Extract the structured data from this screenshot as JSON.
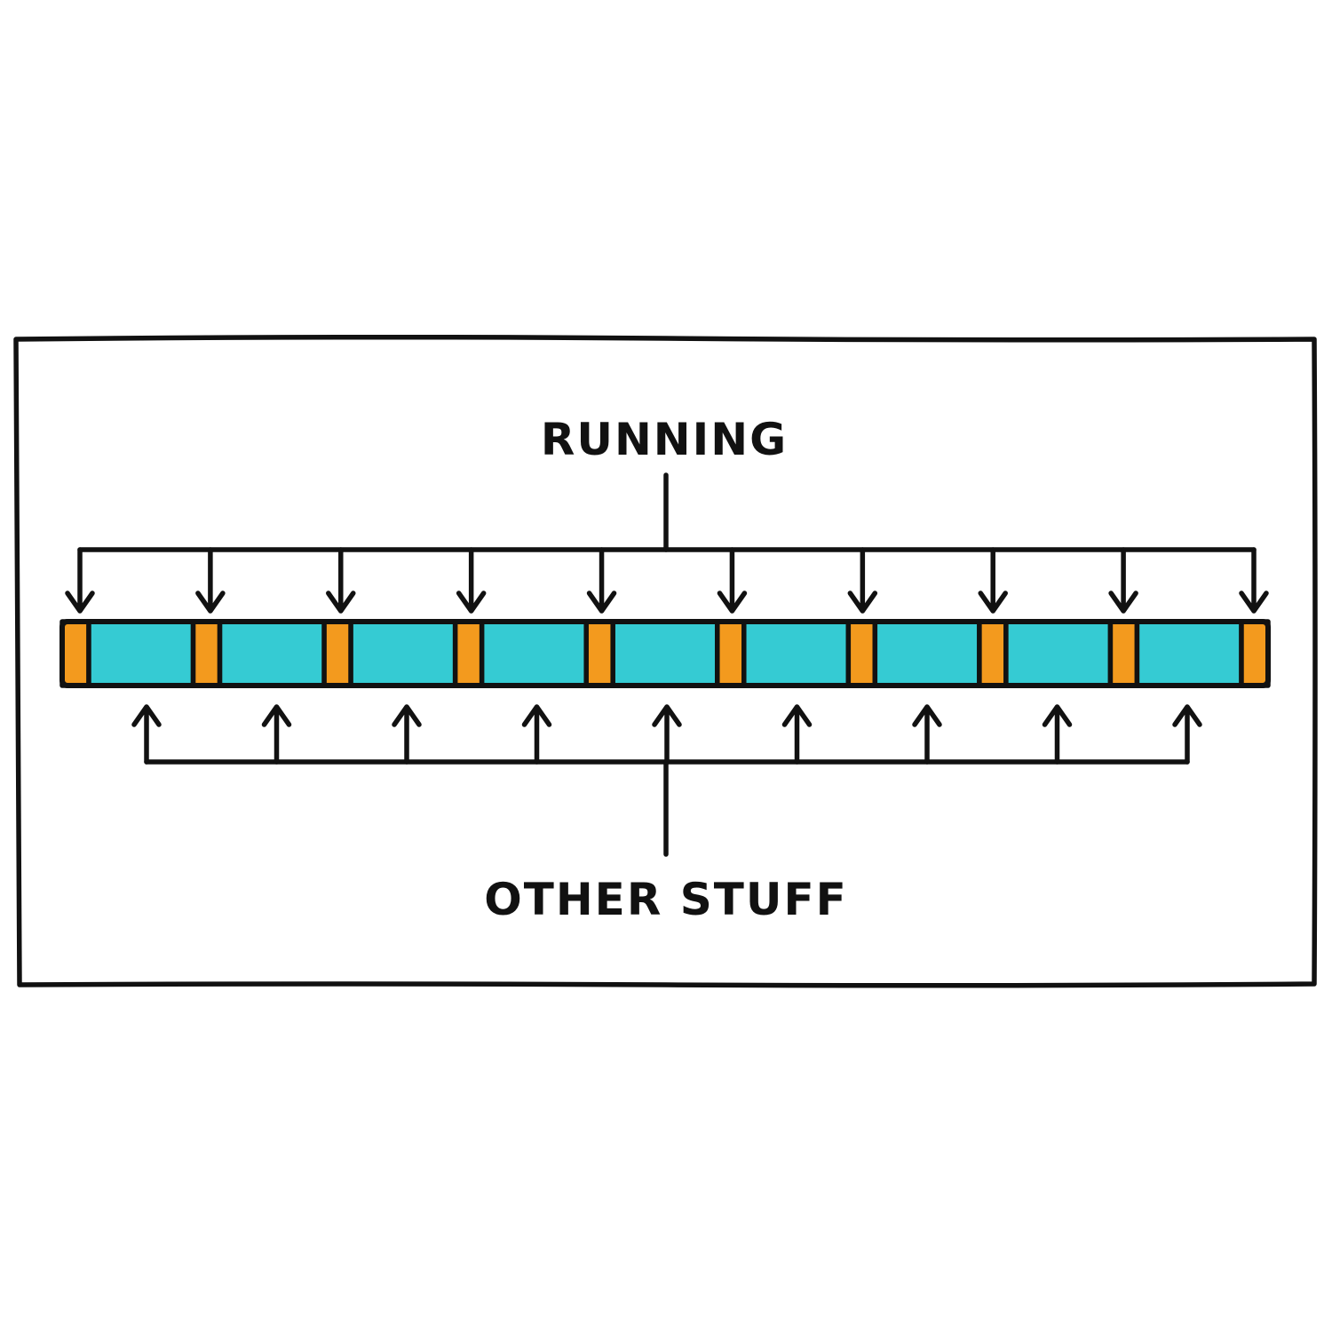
{
  "labels": {
    "top": "RUNNING",
    "bottom": "OTHER STUFF"
  },
  "colors": {
    "ink": "#111111",
    "running_segment": "#F39A1E",
    "other_segment": "#35CBD3",
    "background": "#FFFFFF"
  },
  "timeline": {
    "segment_pattern": [
      "running",
      "other",
      "running",
      "other",
      "running",
      "other",
      "running",
      "other",
      "running",
      "other",
      "running",
      "other",
      "running",
      "other",
      "running",
      "other",
      "running",
      "other",
      "running"
    ],
    "running_count": 10,
    "other_count": 9
  }
}
